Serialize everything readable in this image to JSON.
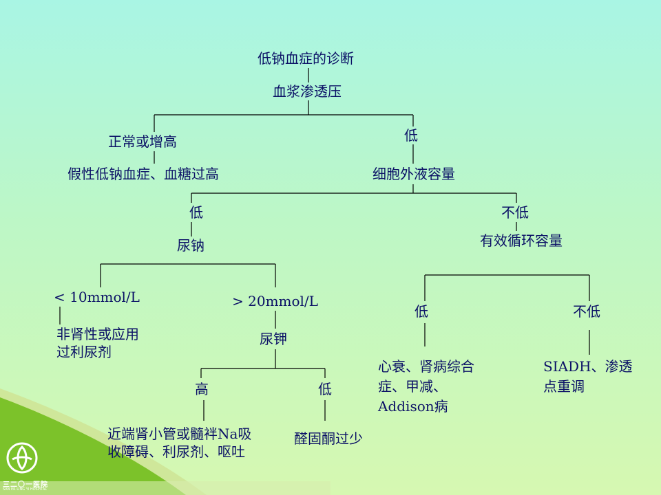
{
  "nodes": {
    "root": "低钠血症的诊断",
    "plasma": "血浆渗透压",
    "normal_high": "正常或增高",
    "pseudo": "假性低钠血症、血糖过高",
    "low1": "低",
    "ecv": "细胞外液容量",
    "low2": "低",
    "urine_na": "尿钠",
    "not_low1": "不低",
    "eff_vol": "有效循环容量",
    "lt10": "< 10mmol/L",
    "gt20": "> 20mmol/L",
    "nonrenal": "非肾性或应用过利尿剂",
    "urine_k": "尿钾",
    "low3": "低",
    "not_low2": "不低",
    "heart": "心衰、肾病综合症、甲减、Addison病",
    "siadh": "SIADH、渗透点重调",
    "high": "高",
    "low4": "低",
    "proximal": "近端肾小管或髓袢Na吸收障碍、利尿剂、呕吐",
    "aldo": "醛固酮过少"
  },
  "brand": {
    "logo_text": "三二〇一医院",
    "logo_sub": "SAN ER LING YI HOSPITAL",
    "swoosh_color": "#7cc22a",
    "swoosh_light": "#cfe79a"
  }
}
